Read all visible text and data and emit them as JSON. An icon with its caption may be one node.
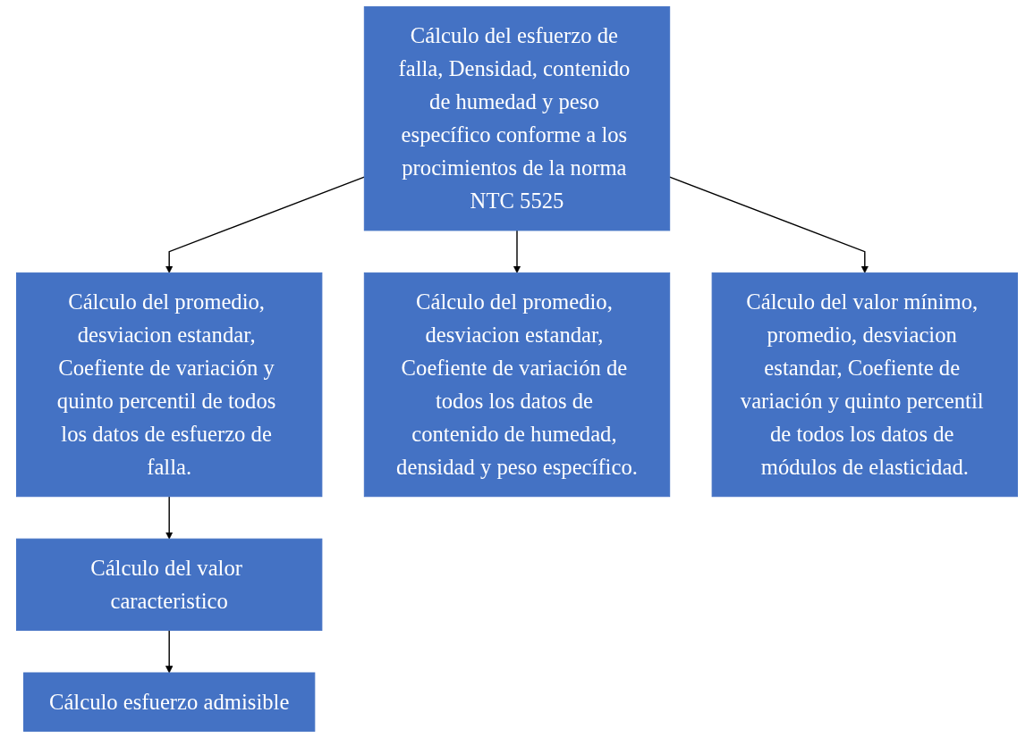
{
  "diagram": {
    "nodes": [
      {
        "text": [
          "Cálculo del esfuerzo de falla, Densidad, contenido de humedad y peso específico conforme a los procimientos de la norma NTC 5525"
        ]
      },
      {
        "text": [
          "Cálculo del promedio, desviacion estandar, Coefiente de variación y quinto percentil de todos los datos de esfuerzo de falla."
        ]
      },
      {
        "text": [
          "Cálculo del promedio, desviacion estandar, Coefiente de variación de todos los datos de contenido de humedad, densidad y peso específico."
        ]
      },
      {
        "text": [
          "Cálculo del valor mínimo, promedio, desviacion estandar, Coefiente de variación y quinto percentil de todos los datos de módulos de elasticidad."
        ]
      },
      {
        "text": [
          "Cálculo del valor caracteristico"
        ]
      },
      {
        "text": [
          "Cálculo esfuerzo admisible"
        ]
      }
    ],
    "edges": [
      {
        "from": 0,
        "to": 1,
        "arrow": "to"
      },
      {
        "from": 0,
        "to": 2,
        "arrow": "to"
      },
      {
        "from": 0,
        "to": 3,
        "arrow": "to"
      },
      {
        "from": 1,
        "to": 4,
        "arrow": "to"
      },
      {
        "from": 4,
        "to": 5,
        "arrow": "to"
      }
    ]
  }
}
